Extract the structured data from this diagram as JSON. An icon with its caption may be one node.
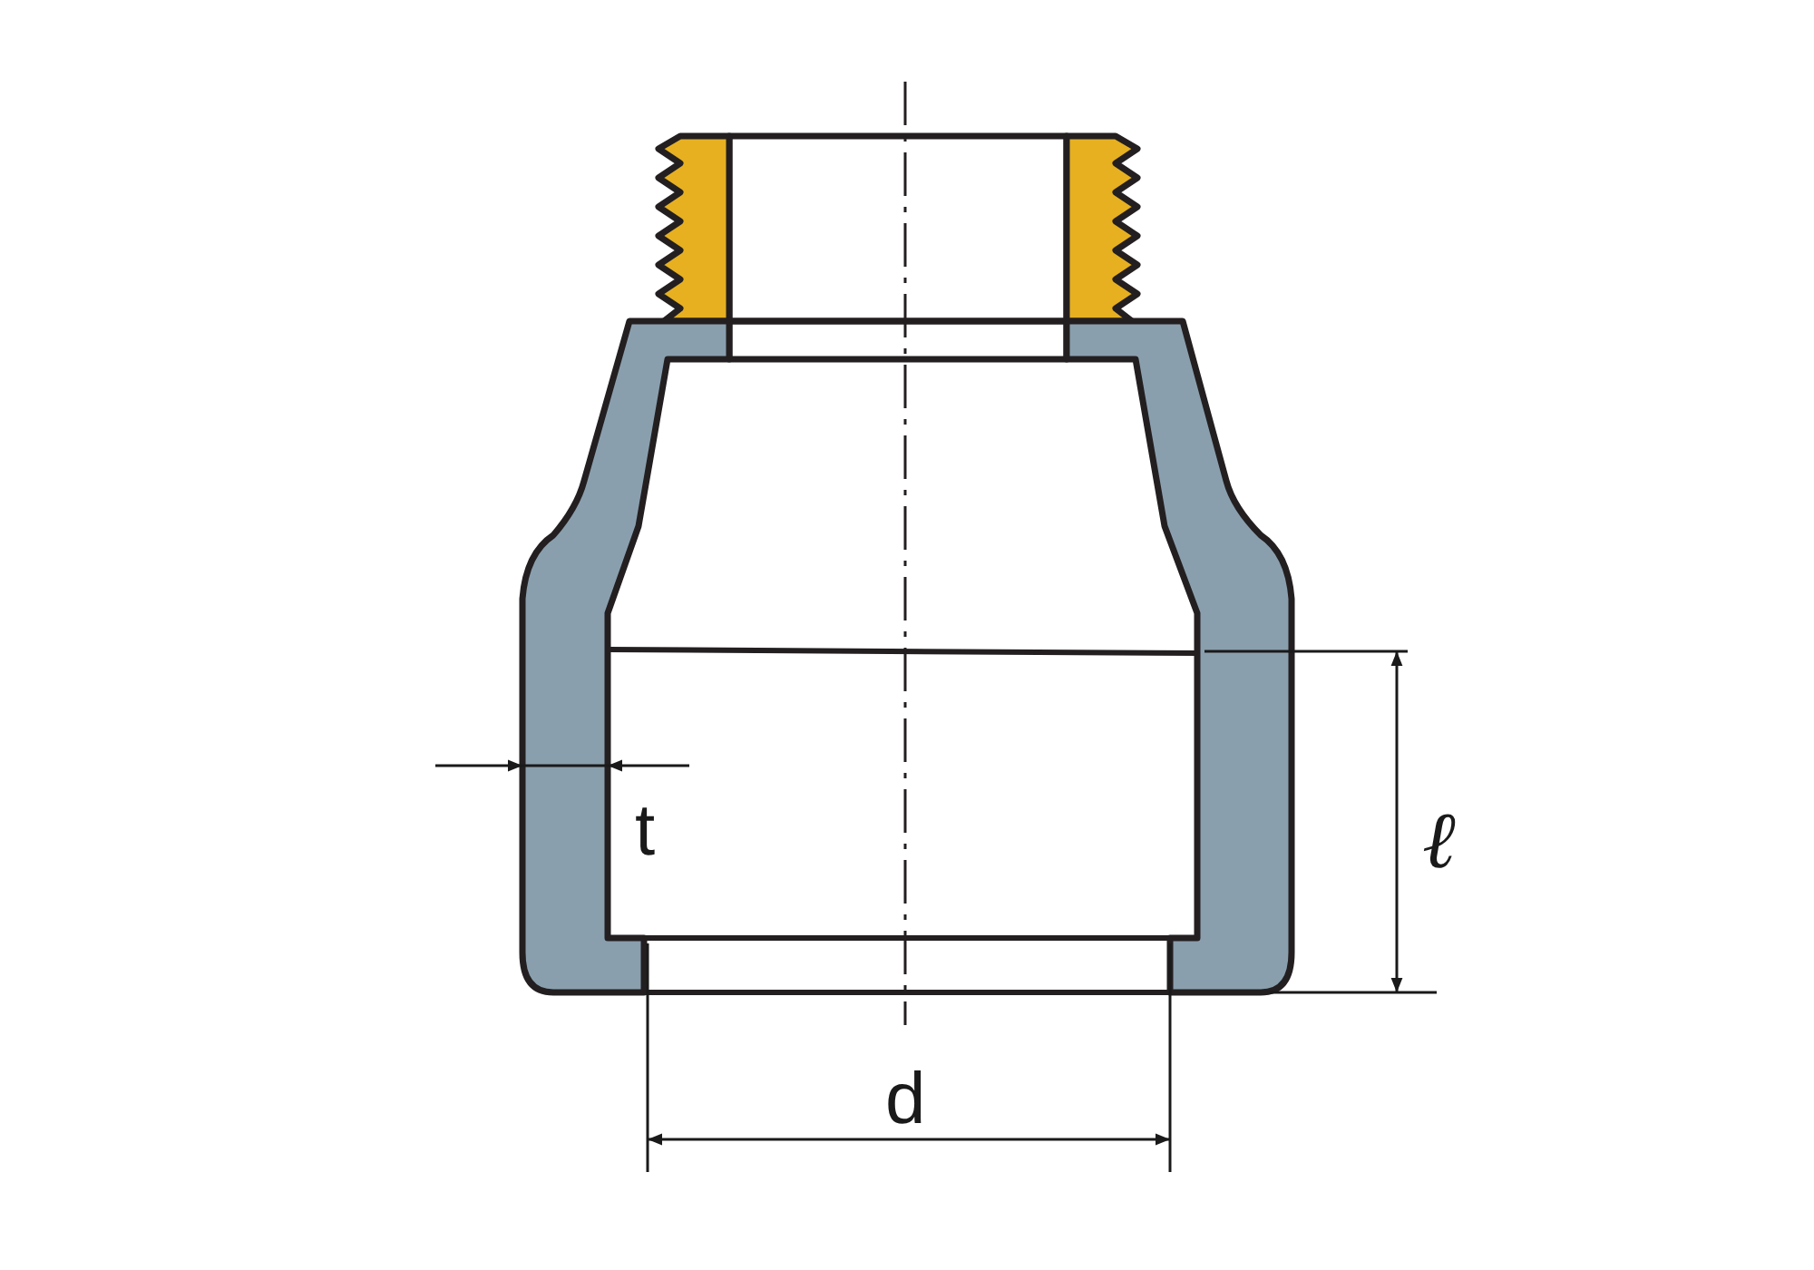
{
  "diagram": {
    "labels": [
      "t",
      "ℓ",
      "d"
    ]
  }
}
